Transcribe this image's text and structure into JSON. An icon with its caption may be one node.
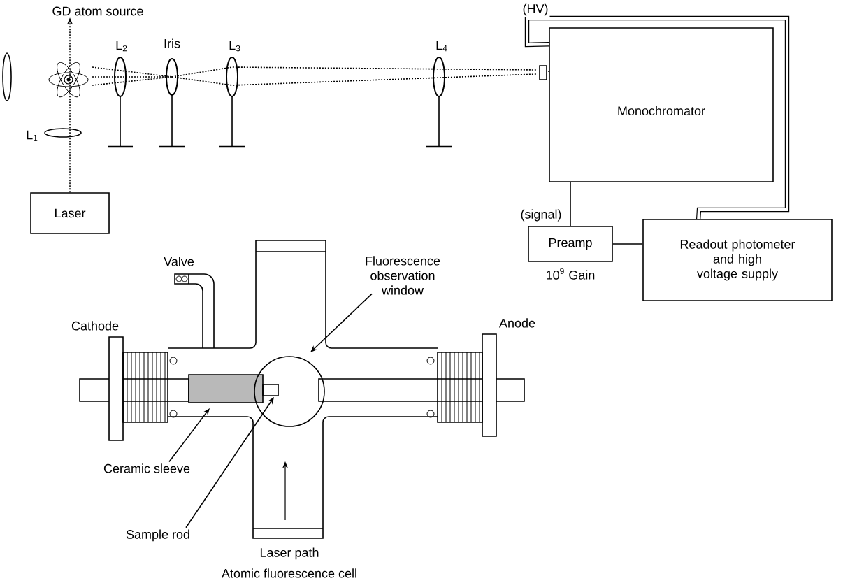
{
  "diagram": {
    "nodes": [
      {
        "text": [
          "Laser"
        ]
      },
      {
        "text": [
          "Monochromator"
        ]
      },
      {
        "text": [
          "Preamp"
        ],
        "beside": [
          "10$^{9}$ Gain"
        ]
      },
      {
        "text": [
          "Readout photometer and high voltage supply"
        ]
      },
      {
        "text": [
          "GD atom source"
        ]
      },
      {
        "text": [
          "Fluorescence observation window"
        ]
      },
      {
        "text": [
          "Ceramic sleeve"
        ]
      },
      {
        "text": [
          "Sample rod"
        ]
      }
    ],
    "edges": [
      {
        "from": 1,
        "to": 2,
        "arrow": "none",
        "label": "(signal)"
      },
      {
        "from": 2,
        "to": 3,
        "arrow": "none"
      },
      {
        "from": 3,
        "to": 1,
        "arrow": "none",
        "label": "(HV)",
        "style": "thick"
      },
      {
        "from": 0,
        "to": 4,
        "arrow": "to",
        "style": "dashed"
      },
      {
        "from": 5,
        "to": null,
        "arrow": "to"
      },
      {
        "from": 6,
        "to": null,
        "arrow": "to"
      },
      {
        "from": 7,
        "to": null,
        "arrow": "to"
      }
    ],
    "labels": [
      "L$_{1}$",
      "L$_{2}$",
      "Iris",
      "L$_{3}$",
      "L$_{4}$",
      "Valve",
      "Cathode",
      "Anode",
      "Laser path",
      "Atomic fluorescence cell"
    ]
  }
}
